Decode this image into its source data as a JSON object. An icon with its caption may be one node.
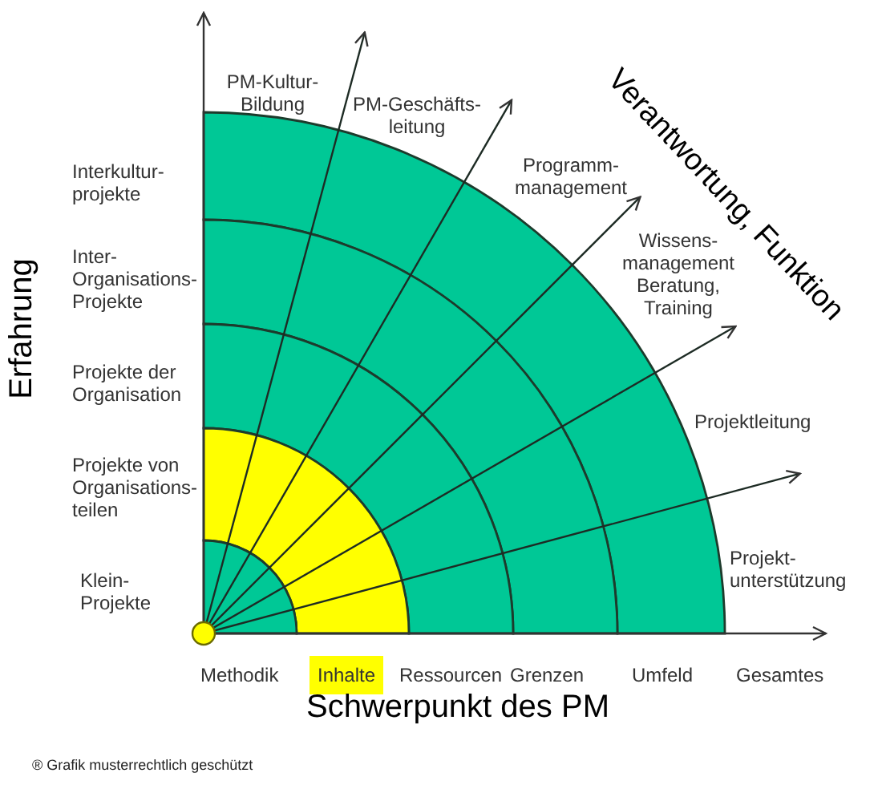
{
  "diagram": {
    "caption": "® Grafik musterrechtlich geschützt",
    "labels": [
      "PM-Kultur- Bildung",
      "PM-Geschäfts- leitung",
      "Verantwortung, Funktion",
      "Interkultur- projekte",
      "Programm- management",
      "Inter- Organisations- Projekte",
      "Wissens- management Beratung, Training",
      "Erfahrung",
      "Projekte der Organisation",
      "Projektleitung",
      "Projekte von Organisations- teilen",
      "Projekt- unterstützung",
      "Klein- Projekte",
      "Methodik",
      "Inhalte",
      "Ressourcen",
      "Grenzen",
      "Umfeld",
      "Gesamtes",
      "Schwerpunkt des PM"
    ]
  }
}
